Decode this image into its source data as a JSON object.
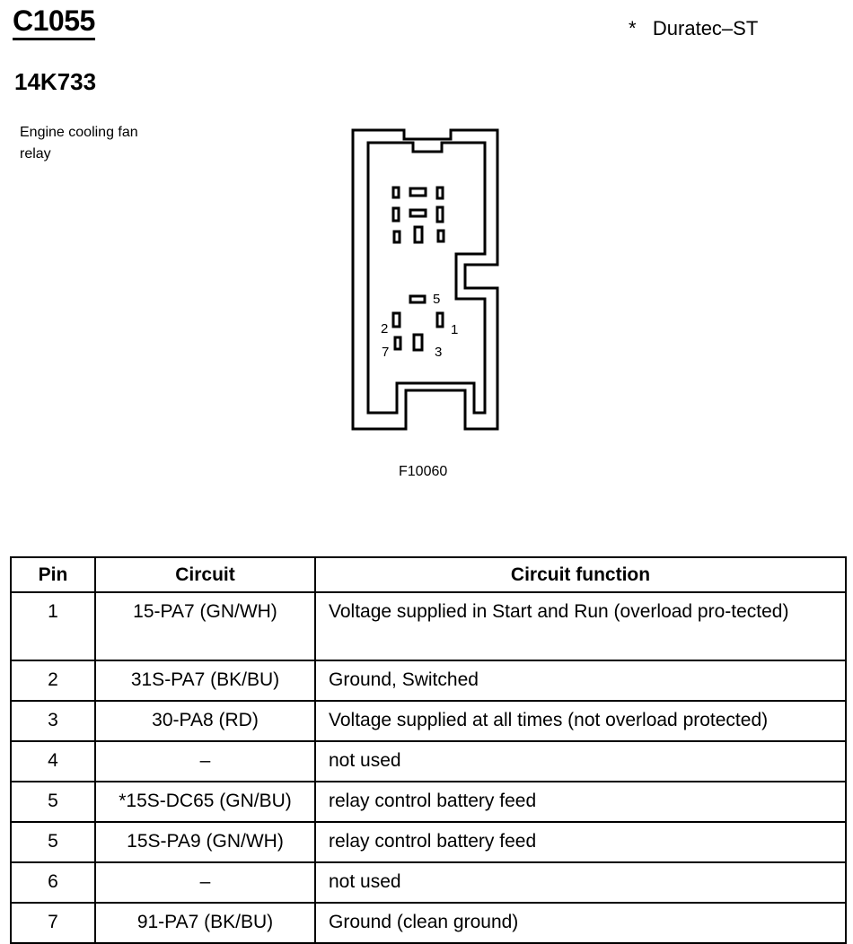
{
  "header": {
    "connector_id": "C1055",
    "part_number": "14K733",
    "note": "*   Duratec–ST",
    "description": "Engine cooling fan relay"
  },
  "diagram": {
    "figure_code": "F10060",
    "pin_labels": [
      "5",
      "2",
      "1",
      "7",
      "3"
    ]
  },
  "table": {
    "headers": [
      "Pin",
      "Circuit",
      "Circuit function"
    ],
    "rows": [
      {
        "pin": "1",
        "circuit": "15-PA7 (GN/WH)",
        "function": "Voltage supplied in Start and Run (overload pro-tected)"
      },
      {
        "pin": "2",
        "circuit": "31S-PA7 (BK/BU)",
        "function": "Ground, Switched"
      },
      {
        "pin": "3",
        "circuit": "30-PA8 (RD)",
        "function": "Voltage supplied at all times (not overload protected)"
      },
      {
        "pin": "4",
        "circuit": "–",
        "function": "not used"
      },
      {
        "pin": "5",
        "circuit": "*15S-DC65 (GN/BU)",
        "function": "relay control battery feed"
      },
      {
        "pin": "5",
        "circuit": "15S-PA9 (GN/WH)",
        "function": "relay control battery feed"
      },
      {
        "pin": "6",
        "circuit": "–",
        "function": "not used"
      },
      {
        "pin": "7",
        "circuit": "91-PA7 (BK/BU)",
        "function": "Ground (clean ground)"
      }
    ]
  }
}
